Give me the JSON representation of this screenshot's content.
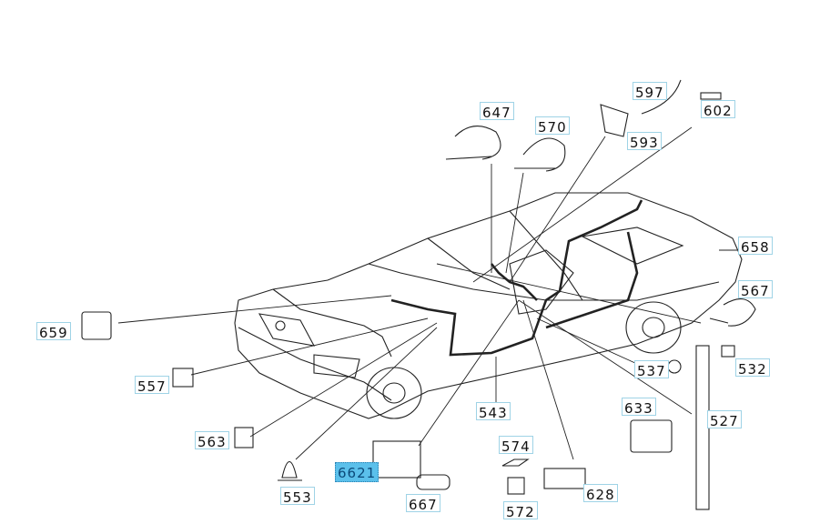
{
  "diagram": {
    "labels": {
      "p647": "647",
      "p570": "570",
      "p597": "597",
      "p602": "602",
      "p593": "593",
      "p658": "658",
      "p567": "567",
      "p659": "659",
      "p537": "537",
      "p532": "532",
      "p557": "557",
      "p633": "633",
      "p527": "527",
      "p543": "543",
      "p563": "563",
      "p574": "574",
      "p662": "6621",
      "p553": "553",
      "p667": "667",
      "p572": "572",
      "p628": "628"
    },
    "selected_part": "6621",
    "highlight_color": "#5bc0eb",
    "label_border_color": "#9fd3e6"
  }
}
